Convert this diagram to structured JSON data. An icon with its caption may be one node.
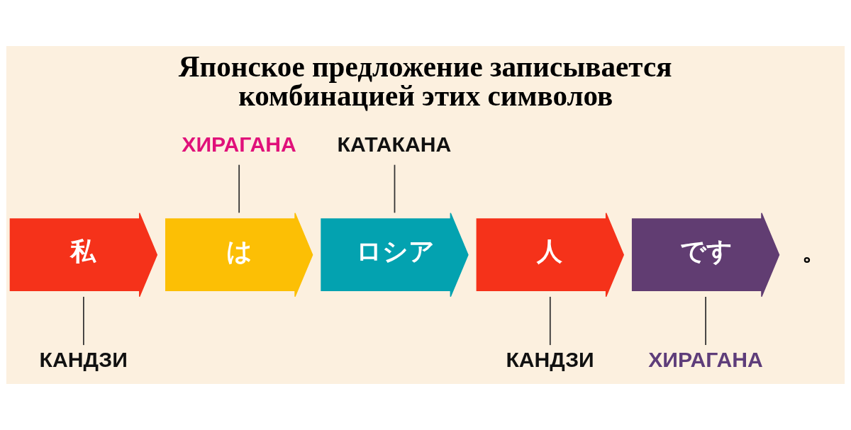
{
  "diagram": {
    "title": "Японское предложение записывается комбинацией этих символов",
    "nodes": [
      {
        "text": [
          "ХИРАГАНА"
        ]
      },
      {
        "text": [
          "КАТАКАНА"
        ]
      },
      {
        "text": [
          "私"
        ]
      },
      {
        "text": [
          "は"
        ]
      },
      {
        "text": [
          "ロシア"
        ]
      },
      {
        "text": [
          "人"
        ]
      },
      {
        "text": [
          "です"
        ]
      },
      {
        "text": [
          "КАНДЗИ"
        ]
      },
      {
        "text": [
          "КАНДЗИ"
        ]
      },
      {
        "text": [
          "ХИРАГАНА"
        ]
      }
    ],
    "edges": [
      {
        "from": 0,
        "to": 3,
        "arrow": "none"
      },
      {
        "from": 1,
        "to": 4,
        "arrow": "none"
      },
      {
        "from": 2,
        "to": 7,
        "arrow": "none"
      },
      {
        "from": 5,
        "to": 8,
        "arrow": "none"
      },
      {
        "from": 6,
        "to": 9,
        "arrow": "none"
      }
    ],
    "labels": [
      "。"
    ]
  }
}
